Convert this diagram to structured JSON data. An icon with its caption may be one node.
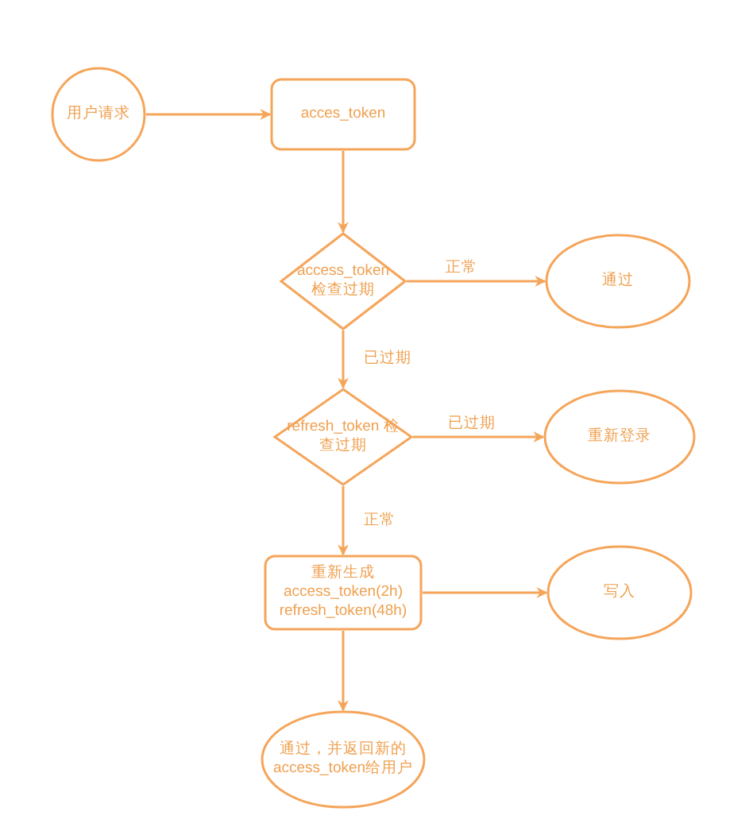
{
  "diagram": {
    "nodes": [
      {
        "text": [
          "用户请求"
        ]
      },
      {
        "text": [
          "acces_token"
        ]
      },
      {
        "text": [
          "access_token 检查过期"
        ]
      },
      {
        "text": [
          "通过"
        ]
      },
      {
        "text": [
          "refresh_token 检查过期"
        ]
      },
      {
        "text": [
          "重新登录"
        ]
      },
      {
        "text": [
          "重新生成 access_token(2h) refresh_token(48h)"
        ]
      },
      {
        "text": [
          "写入"
        ]
      },
      {
        "text": [
          "通过，并返回新的 access_token给用户"
        ]
      }
    ],
    "edges": [
      {
        "from": 0,
        "to": 1,
        "arrow": "to"
      },
      {
        "from": 1,
        "to": 2,
        "arrow": "to"
      },
      {
        "from": 2,
        "to": 3,
        "arrow": "to",
        "label": "正常"
      },
      {
        "from": 2,
        "to": 4,
        "arrow": "to",
        "label": "已过期"
      },
      {
        "from": 4,
        "to": 5,
        "arrow": "to",
        "label": "已过期"
      },
      {
        "from": 4,
        "to": 6,
        "arrow": "to",
        "label": "正常"
      },
      {
        "from": 6,
        "to": 7,
        "arrow": "to"
      },
      {
        "from": 6,
        "to": 8,
        "arrow": "to"
      }
    ]
  }
}
